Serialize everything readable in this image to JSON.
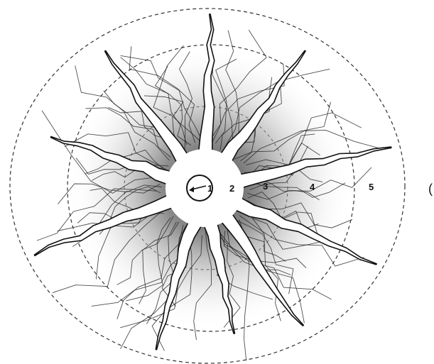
{
  "diagram": {
    "zone_labels": [
      "1",
      "2",
      "3",
      "4",
      "5"
    ],
    "right_edge_glyph": "(",
    "colors": {
      "line": "#111111",
      "dashed_circle": "#333333",
      "shade_dark": "#3a3a3a",
      "background": "#ffffff"
    },
    "icons": [
      "arrow-icon"
    ]
  }
}
